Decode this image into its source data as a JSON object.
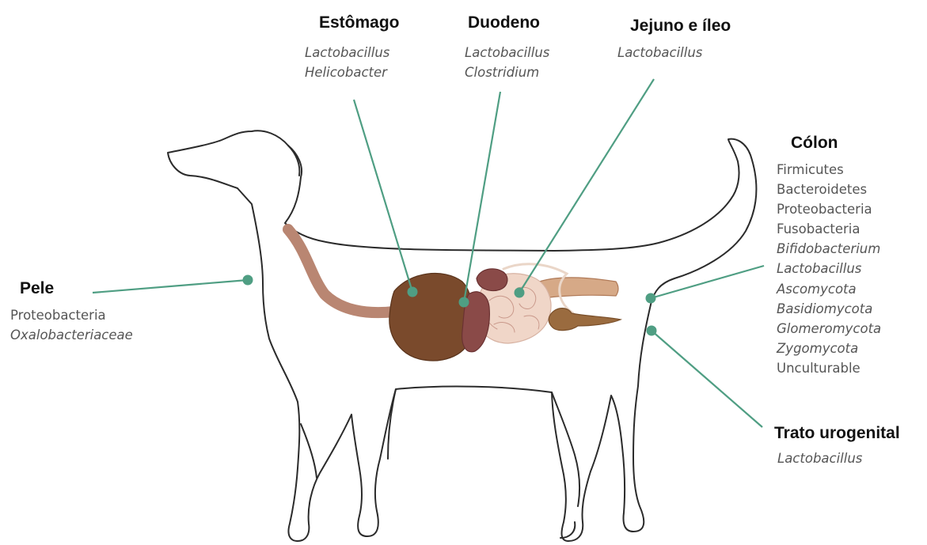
{
  "regions": {
    "estomago": {
      "title": "Estômago",
      "taxa": [
        {
          "name": "Lactobacillus",
          "italic": true
        },
        {
          "name": "Helicobacter",
          "italic": true
        }
      ]
    },
    "duodeno": {
      "title": "Duodeno",
      "taxa": [
        {
          "name": "Lactobacillus",
          "italic": true
        },
        {
          "name": "Clostridium",
          "italic": true
        }
      ]
    },
    "jejuno": {
      "title": "Jejuno e íleo",
      "taxa": [
        {
          "name": "Lactobacillus",
          "italic": true
        }
      ]
    },
    "colon": {
      "title": "Cólon",
      "taxa": [
        {
          "name": "Firmicutes",
          "italic": false
        },
        {
          "name": "Bacteroidetes",
          "italic": false
        },
        {
          "name": "Proteobacteria",
          "italic": false
        },
        {
          "name": "Fusobacteria",
          "italic": false
        },
        {
          "name": "Bifidobacterium",
          "italic": true
        },
        {
          "name": "Lactobacillus",
          "italic": true
        },
        {
          "name": "Ascomycota",
          "italic": true
        },
        {
          "name": "Basidiomycota",
          "italic": true
        },
        {
          "name": "Glomeromycota",
          "italic": true
        },
        {
          "name": "Zygomycota",
          "italic": true
        },
        {
          "name": "Unculturable",
          "italic": false
        }
      ]
    },
    "pele": {
      "title": "Pele",
      "taxa": [
        {
          "name": "Proteobacteria",
          "italic": false
        },
        {
          "name": "Oxalobacteriaceae",
          "italic": true
        }
      ]
    },
    "urogenital": {
      "title": "Trato urogenital",
      "taxa": [
        {
          "name": "Lactobacillus",
          "italic": true
        }
      ]
    }
  },
  "colors": {
    "leader_line": "#4f9e83",
    "outline": "#2b2b2b",
    "title_text": "#111111",
    "taxa_text": "#555555",
    "esophagus": "#b98672",
    "stomach": "#7a4a2c",
    "liver": "#8a4a48",
    "intestine": "#f0d6c8",
    "colon": "#d6a987",
    "spleen": "#9a6b3f"
  }
}
